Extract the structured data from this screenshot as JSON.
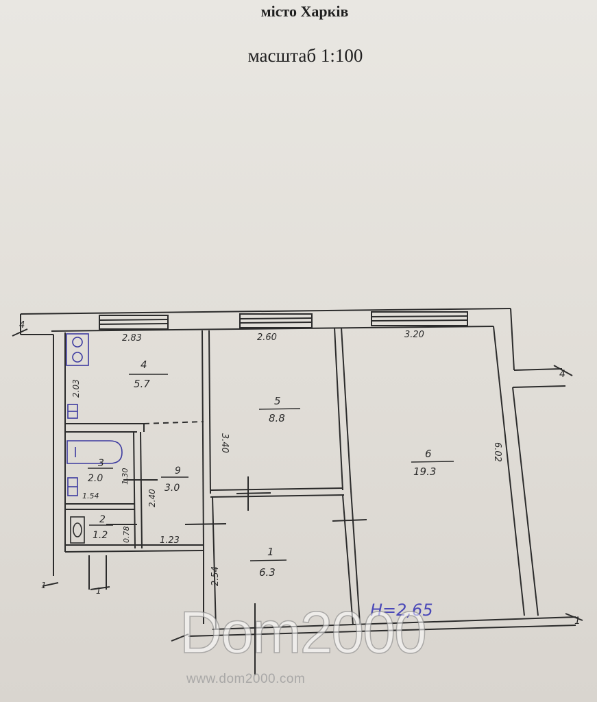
{
  "header": {
    "city": "місто Харків",
    "scale": "масштаб 1:100"
  },
  "plan": {
    "rooms": [
      {
        "number": "1",
        "area": "6.3"
      },
      {
        "number": "2",
        "area": "1.2"
      },
      {
        "number": "3",
        "area": "2.0"
      },
      {
        "number": "4",
        "area": "5.7"
      },
      {
        "number": "5",
        "area": "8.8"
      },
      {
        "number": "6",
        "area": "19.3"
      },
      {
        "number": "9",
        "area": "3.0"
      }
    ],
    "dimensions": {
      "d_283": "2.83",
      "d_260": "2.60",
      "d_320": "3.20",
      "d_203": "2.03",
      "d_340": "3.40",
      "d_602": "6.02",
      "d_130": "1.30",
      "d_240": "2.40",
      "d_154": "1.54",
      "d_078": "0.78",
      "d_123": "1.23",
      "d_254": "2.54"
    },
    "ceiling_height": "H=2,65",
    "section_marks": [
      "4",
      "4",
      "1",
      "1",
      "1"
    ]
  },
  "watermark": {
    "brand": "Dom2000",
    "url": "www.dom2000.com"
  }
}
